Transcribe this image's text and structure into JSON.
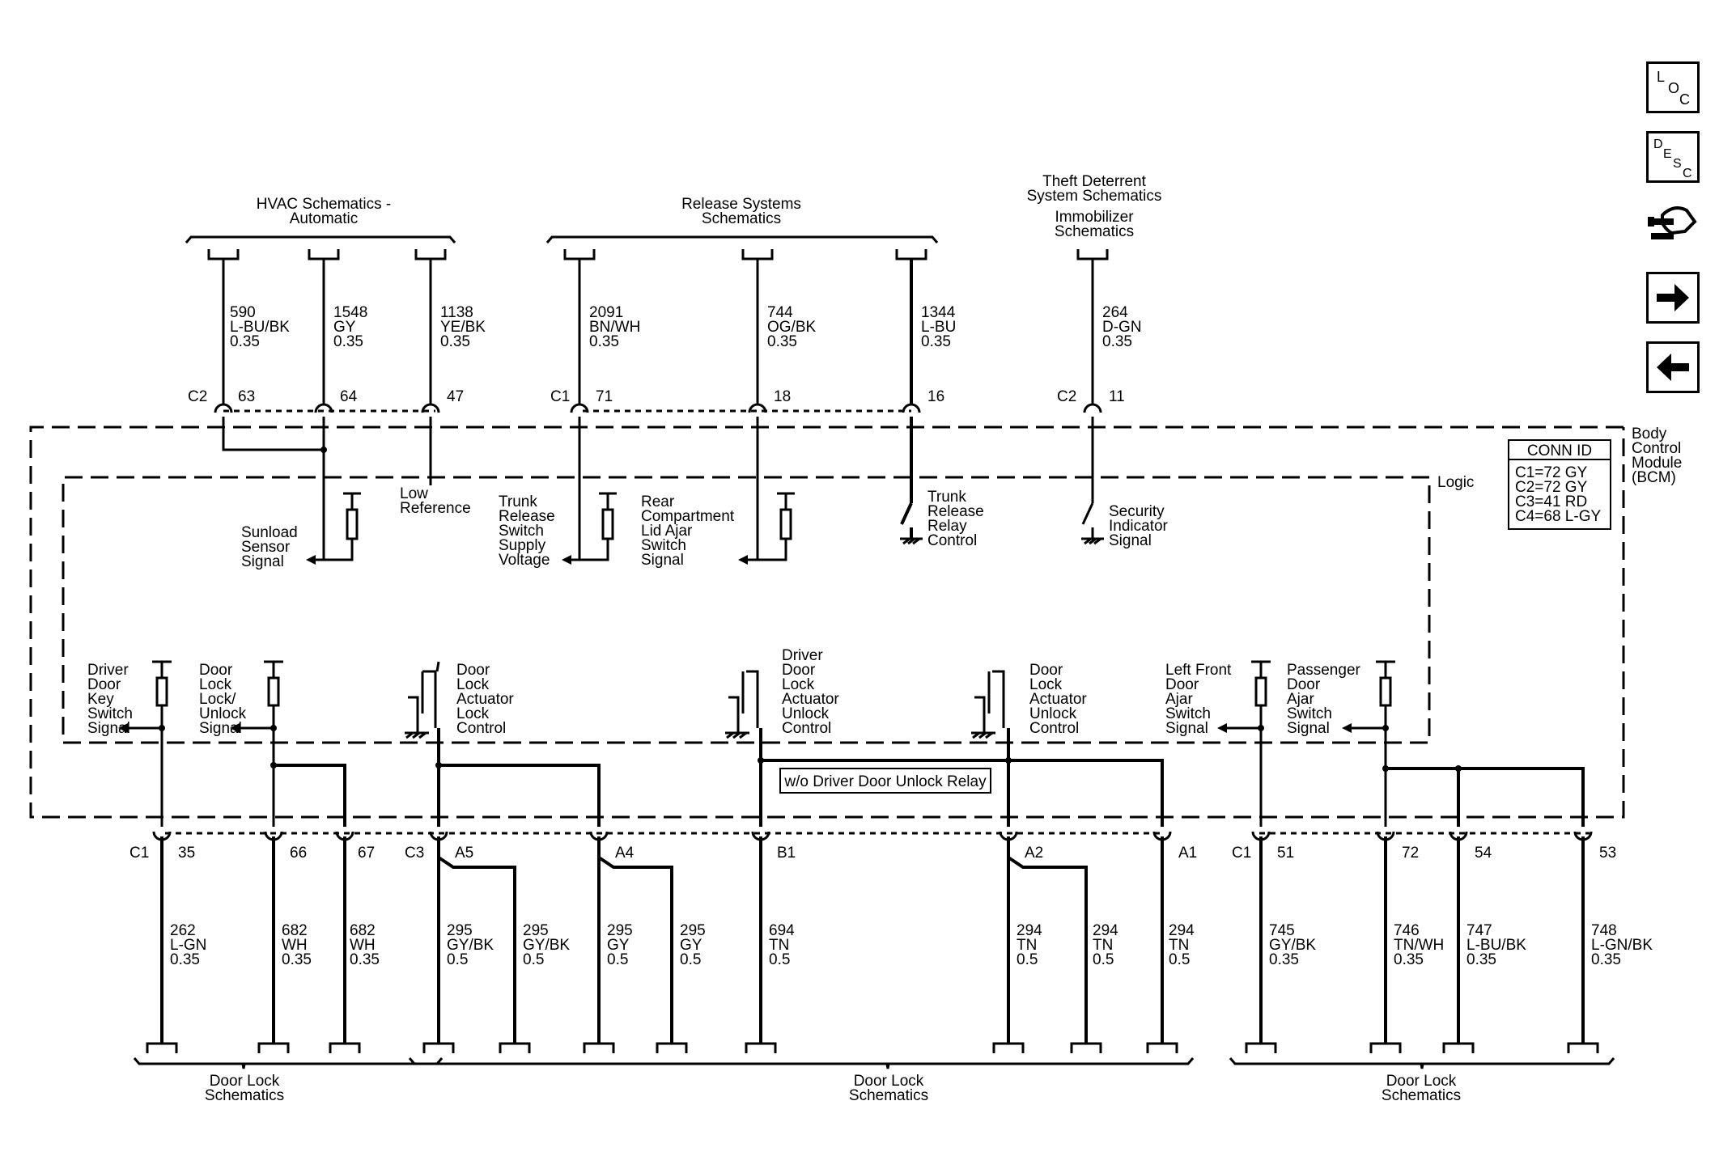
{
  "headers": {
    "hvac": [
      "HVAC Schematics -",
      "Automatic"
    ],
    "release": [
      "Release Systems",
      "Schematics"
    ],
    "theft": [
      "Theft Deterrent",
      "System Schematics"
    ],
    "immobilizer": [
      "Immobilizer",
      "Schematics"
    ],
    "door_lock_left": [
      "Door Lock",
      "Schematics"
    ],
    "door_lock_mid": [
      "Door Lock",
      "Schematics"
    ],
    "door_lock_right": [
      "Door Lock",
      "Schematics"
    ]
  },
  "module": {
    "name": [
      "Body",
      "Control",
      "Module",
      "(BCM)"
    ],
    "logic": "Logic",
    "conn_id_title": "CONN ID",
    "conn_ids": [
      "C1=72 GY",
      "C2=72 GY",
      "C3=41 RD",
      "C4=68 L-GY"
    ]
  },
  "top_connectors": {
    "hvac": "C2",
    "release": "C1",
    "theft": "C2"
  },
  "top_pins": [
    "63",
    "64",
    "47",
    "71",
    "18",
    "16",
    "11"
  ],
  "top_wires": [
    {
      "circuit": "590",
      "color": "L-BU/BK",
      "gauge": "0.35"
    },
    {
      "circuit": "1548",
      "color": "GY",
      "gauge": "0.35"
    },
    {
      "circuit": "1138",
      "color": "YE/BK",
      "gauge": "0.35"
    },
    {
      "circuit": "2091",
      "color": "BN/WH",
      "gauge": "0.35"
    },
    {
      "circuit": "744",
      "color": "OG/BK",
      "gauge": "0.35"
    },
    {
      "circuit": "1344",
      "color": "L-BU",
      "gauge": "0.35"
    },
    {
      "circuit": "264",
      "color": "D-GN",
      "gauge": "0.35"
    }
  ],
  "signals": {
    "sunload": [
      "Sunload",
      "Sensor",
      "Signal"
    ],
    "low_ref": [
      "Low",
      "Reference"
    ],
    "trunk_supply": [
      "Trunk",
      "Release",
      "Switch",
      "Supply",
      "Voltage"
    ],
    "rear_ajar": [
      "Rear",
      "Compartment",
      "Lid Ajar",
      "Switch",
      "Signal"
    ],
    "trunk_relay": [
      "Trunk",
      "Release",
      "Relay",
      "Control"
    ],
    "security": [
      "Security",
      "Indicator",
      "Signal"
    ],
    "driver_key": [
      "Driver",
      "Door",
      "Key",
      "Switch",
      "Signal"
    ],
    "lock_unlock": [
      "Door",
      "Lock",
      "Lock/",
      "Unlock",
      "Signal"
    ],
    "lock_ctrl": [
      "Door",
      "Lock",
      "Actuator",
      "Lock",
      "Control"
    ],
    "driver_unlock": [
      "Driver",
      "Door",
      "Lock",
      "Actuator",
      "Unlock",
      "Control"
    ],
    "unlock_ctrl": [
      "Door",
      "Lock",
      "Actuator",
      "Unlock",
      "Control"
    ],
    "lf_ajar": [
      "Left Front",
      "Door",
      "Ajar",
      "Switch",
      "Signal"
    ],
    "pass_ajar": [
      "Passenger",
      "Door",
      "Ajar",
      "Switch",
      "Signal"
    ]
  },
  "option_note": "w/o Driver Door Unlock Relay",
  "bottom_connectors": {
    "left": "C1",
    "mid": "C3",
    "right": "C1"
  },
  "bottom_pins": [
    "35",
    "66",
    "67",
    "A5",
    "A4",
    "B1",
    "A2",
    "A1",
    "51",
    "72",
    "54",
    "53"
  ],
  "bottom_wires": [
    {
      "circuit": "262",
      "color": "L-GN",
      "gauge": "0.35"
    },
    {
      "circuit": "682",
      "color": "WH",
      "gauge": "0.35"
    },
    {
      "circuit": "682",
      "color": "WH",
      "gauge": "0.35"
    },
    {
      "circuit": "295",
      "color": "GY/BK",
      "gauge": "0.5"
    },
    {
      "circuit": "295",
      "color": "GY/BK",
      "gauge": "0.5"
    },
    {
      "circuit": "295",
      "color": "GY",
      "gauge": "0.5"
    },
    {
      "circuit": "295",
      "color": "GY",
      "gauge": "0.5"
    },
    {
      "circuit": "694",
      "color": "TN",
      "gauge": "0.5"
    },
    {
      "circuit": "294",
      "color": "TN",
      "gauge": "0.5"
    },
    {
      "circuit": "294",
      "color": "TN",
      "gauge": "0.5"
    },
    {
      "circuit": "294",
      "color": "TN",
      "gauge": "0.5"
    },
    {
      "circuit": "745",
      "color": "GY/BK",
      "gauge": "0.35"
    },
    {
      "circuit": "746",
      "color": "TN/WH",
      "gauge": "0.35"
    },
    {
      "circuit": "747",
      "color": "L-BU/BK",
      "gauge": "0.35"
    },
    {
      "circuit": "748",
      "color": "L-GN/BK",
      "gauge": "0.35"
    }
  ],
  "nav_buttons": [
    {
      "name": "loc-button",
      "letters": [
        "L",
        "O",
        "C"
      ]
    },
    {
      "name": "desc-button",
      "letters": [
        "D",
        "E",
        "S",
        "C"
      ]
    },
    {
      "name": "connector-view-button",
      "icon": "connector-hand-icon"
    },
    {
      "name": "next-button",
      "icon": "arrow-right-icon"
    },
    {
      "name": "previous-button",
      "icon": "arrow-left-icon"
    }
  ]
}
